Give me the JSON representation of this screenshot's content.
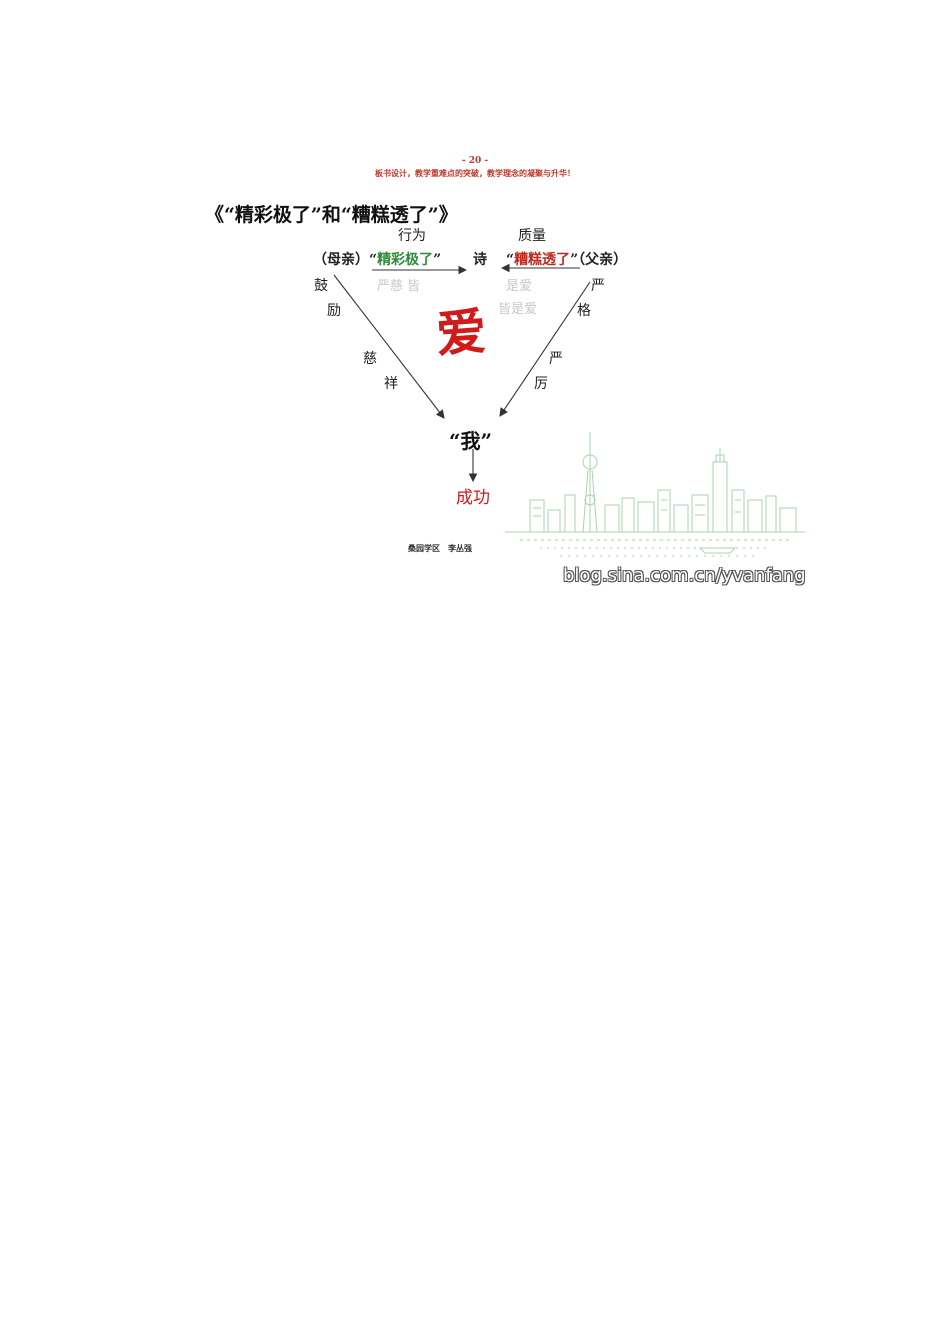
{
  "header": {
    "page_number": "- 20 -",
    "motto": "板书设计，教学重难点的突破，教学理念的凝聚与升华！"
  },
  "lesson": {
    "title": "《“精彩极了”和“糟糕透了”》"
  },
  "diagram": {
    "behavior_label": "行为",
    "quality_label": "质量",
    "mother_open": "（母亲）“",
    "mother_phrase": "精彩极了",
    "mother_close": "”",
    "poem": "诗",
    "father_open": "“",
    "father_phrase": "糟糕透了",
    "father_close": "”（父亲）",
    "faint_left": "严慈 皆",
    "faint_right_top": "是爱",
    "faint_right_bottom": "皆是爱",
    "left_word_1": [
      "鼓",
      "励"
    ],
    "left_word_2": [
      "慈",
      "祥"
    ],
    "right_word_1": [
      "严",
      "格"
    ],
    "right_word_2": [
      "严",
      "厉"
    ],
    "center": "爱",
    "me": "“我”",
    "result": "成功"
  },
  "footer": {
    "author": "桑园学区　李丛强",
    "watermark": "blog.sina.com.cn/yvanfang"
  },
  "colors": {
    "green": "#2e8b3a",
    "red": "#c0281e",
    "skyline": "#9ec9a2"
  },
  "icons": [
    "city-skyline-illustration"
  ]
}
